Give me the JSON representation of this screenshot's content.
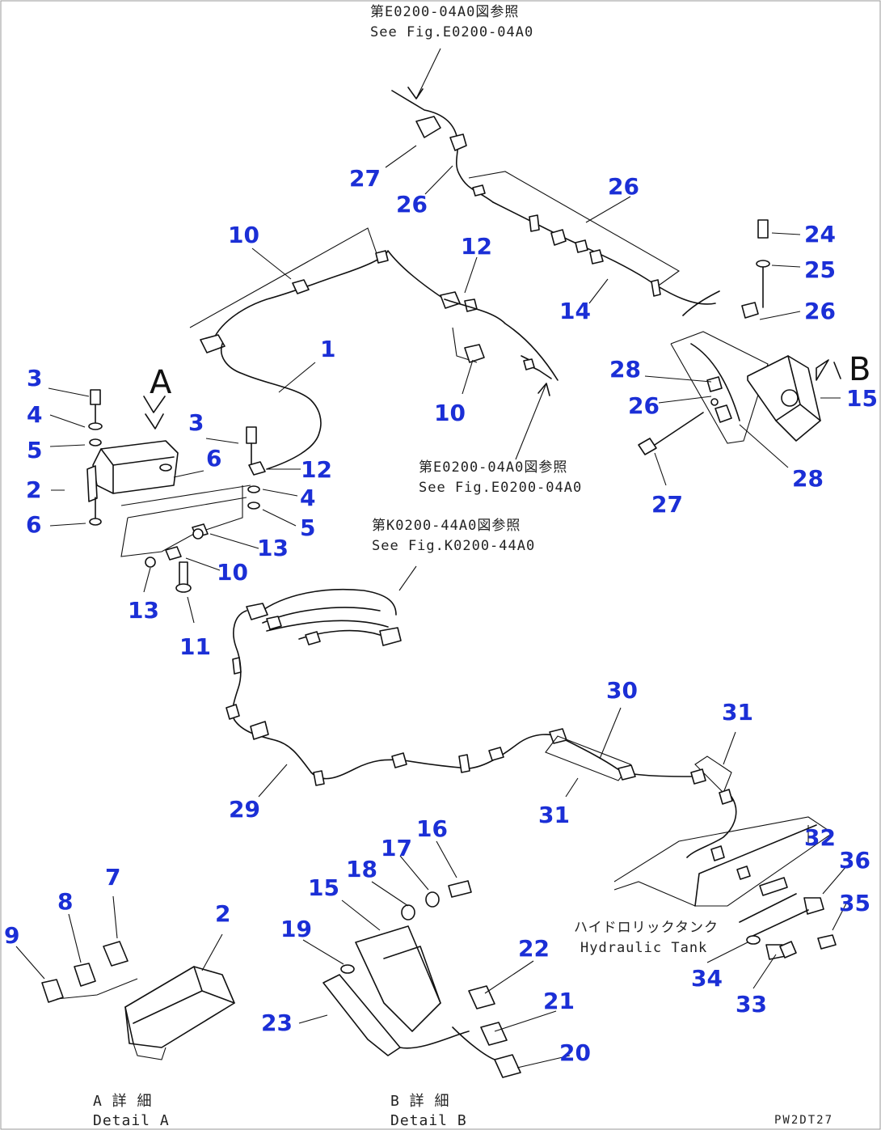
{
  "references": {
    "top_jp": "第E0200-04A0図参照",
    "top_en": "See Fig.E0200-04A0",
    "mid_jp": "第E0200-04A0図参照",
    "mid_en": "See Fig.E0200-04A0",
    "k_jp": "第K0200-44A0図参照",
    "k_en": "See Fig.K0200-44A0"
  },
  "views": {
    "a": "A",
    "b": "B"
  },
  "tank": {
    "jp": "ハイドロリックタンク",
    "en": "Hydraulic Tank"
  },
  "details": {
    "a_jp": "A 詳 細",
    "a_en": "Detail A",
    "b_jp": "B 詳 細",
    "b_en": "Detail B"
  },
  "drawing_code": "PW2DT27",
  "labels": {
    "l1": "1",
    "l2a": "2",
    "l2b": "2",
    "l3a": "3",
    "l3b": "3",
    "l4a": "4",
    "l4b": "4",
    "l5a": "5",
    "l5b": "5",
    "l6a": "6",
    "l6b": "6",
    "l7": "7",
    "l8": "8",
    "l9": "9",
    "l10a": "10",
    "l10b": "10",
    "l10c": "10",
    "l11": "11",
    "l12a": "12",
    "l12b": "12",
    "l13a": "13",
    "l13b": "13",
    "l14": "14",
    "l15a": "15",
    "l15b": "15",
    "l16": "16",
    "l17": "17",
    "l18": "18",
    "l19": "19",
    "l20": "20",
    "l21": "21",
    "l22": "22",
    "l23": "23",
    "l24": "24",
    "l25": "25",
    "l26a": "26",
    "l26b": "26",
    "l26c": "26",
    "l26d": "26",
    "l27a": "27",
    "l27b": "27",
    "l28a": "28",
    "l28b": "28",
    "l29": "29",
    "l30": "30",
    "l31a": "31",
    "l31b": "31",
    "l32": "32",
    "l33": "33",
    "l34": "34",
    "l35": "35",
    "l36": "36"
  }
}
